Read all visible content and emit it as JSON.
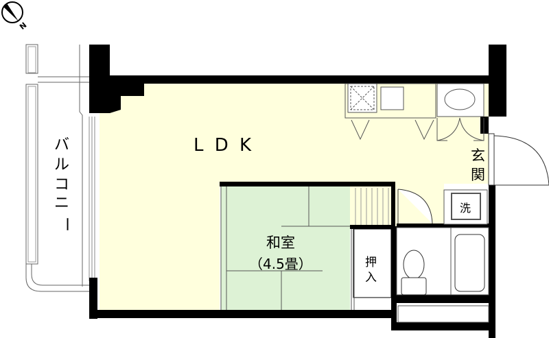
{
  "compass": {
    "label": "N"
  },
  "rooms": {
    "ldk": "L D K",
    "balcony": [
      "バ",
      "ル",
      "コ",
      "ニ",
      "ー"
    ],
    "washitsu": "和室",
    "washitsu_size": "（4.5畳）",
    "oshiire": [
      "押",
      "入"
    ],
    "genkan": [
      "玄",
      "関"
    ],
    "washer": "洗"
  },
  "colors": {
    "ldk_fill": "#ffffdd",
    "washitsu_fill": "#ddf2d5",
    "wall": "#000000"
  }
}
